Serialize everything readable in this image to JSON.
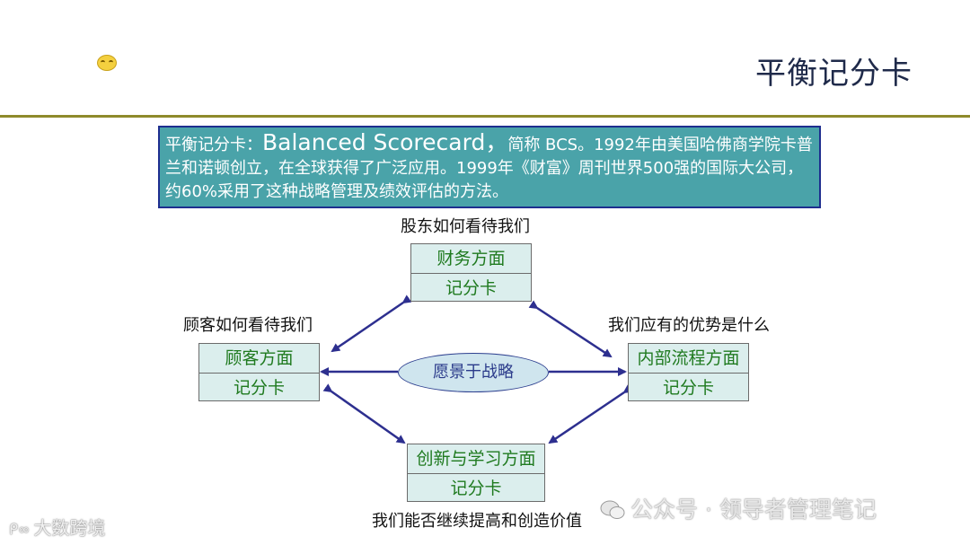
{
  "slide": {
    "title": "平衡记分卡",
    "intro_prefix": "平衡记分卡：",
    "intro_big": "Balanced  Scorecard，",
    "intro_rest": "简称 BCS。1992年由美国哈佛商学院卡普兰和诺顿创立，在全球获得了广泛应用。1999年《财富》周刊世界500强的国际大公司，约60%采用了这种战略管理及绩效评估的方法。"
  },
  "diagram": {
    "center": "愿景于战略",
    "top": {
      "question": "股东如何看待我们",
      "title": "财务方面",
      "subtitle": "记分卡"
    },
    "left": {
      "question": "顾客如何看待我们",
      "title": "顾客方面",
      "subtitle": "记分卡"
    },
    "right": {
      "question": "我们应有的优势是什么",
      "title": "内部流程方面",
      "subtitle": "记分卡"
    },
    "bottom": {
      "question": "我们能否继续提高和创造价值",
      "title": "创新与学习方面",
      "subtitle": "记分卡"
    }
  },
  "watermarks": {
    "right": "公众号 · 领导者管理笔记",
    "left": "大数跨境"
  },
  "colors": {
    "accent_rule": "#8e8a2b",
    "intro_bg": "#4aa3a9",
    "node_bg": "#dbeeed",
    "node_text": "#1f7a1f",
    "arrow": "#2d2f8f"
  }
}
